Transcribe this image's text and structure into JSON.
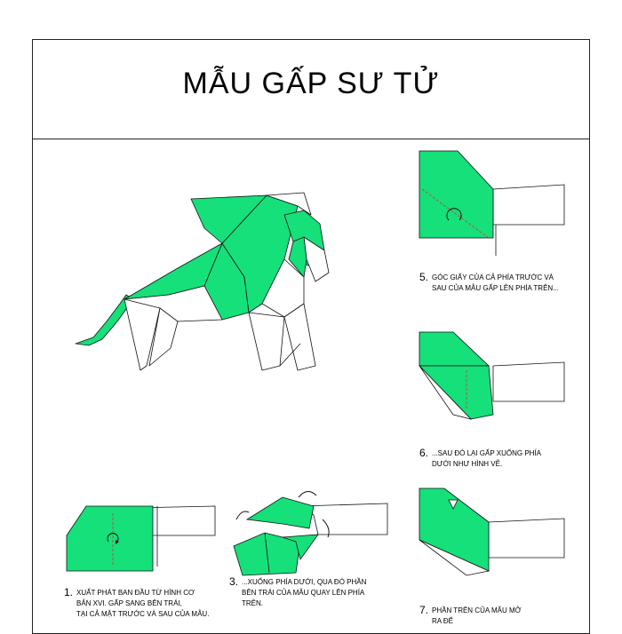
{
  "title": "MẪU GẤP SƯ TỬ",
  "colors": {
    "green": "#15e07a",
    "line": "#111111",
    "red": "#e03030"
  },
  "steps": [
    {
      "num": "1.",
      "lines": [
        "XUẤT PHÁT BAN ĐẦU TỪ HÌNH CƠ",
        "BẢN XVI. GẤP SANG BÊN TRÁI,",
        "TẠI CẢ MẶT TRƯỚC VÀ SAU CỦA MẪU."
      ]
    },
    {
      "num": "3.",
      "lines": [
        "...XUỐNG PHÍA DƯỚI, QUA ĐÓ PHẦN",
        "BÊN TRÁI CỦA MẪU QUAY LÊN PHÍA",
        "TRÊN."
      ]
    },
    {
      "num": "5.",
      "lines": [
        "GÓC GIẤY CỦA CẢ PHÍA TRƯỚC VÀ",
        "SAU CỦA MẪU GẤP LÊN PHÍA TRÊN..."
      ]
    },
    {
      "num": "6.",
      "lines": [
        "...SAU ĐÓ LẠI GẤP XUỐNG PHÍA",
        "DƯỚI NHƯ HÌNH VẼ."
      ]
    },
    {
      "num": "7.",
      "lines": [
        "PHẦN TRÊN CỦA MẪU MỞ",
        "RA ĐỂ"
      ]
    }
  ]
}
